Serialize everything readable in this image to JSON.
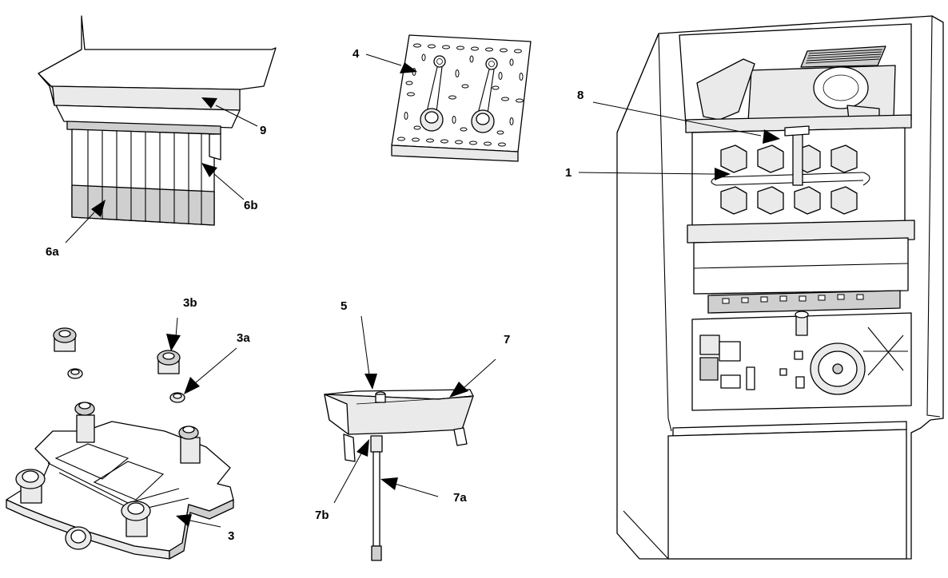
{
  "labels": {
    "l9": "9",
    "l6b": "6b",
    "l6a": "6a",
    "l4": "4",
    "l8": "8",
    "l1": "1",
    "l3b": "3b",
    "l3a": "3a",
    "l3": "3",
    "l5": "5",
    "l7": "7",
    "l7b": "7b",
    "l7a": "7a"
  }
}
